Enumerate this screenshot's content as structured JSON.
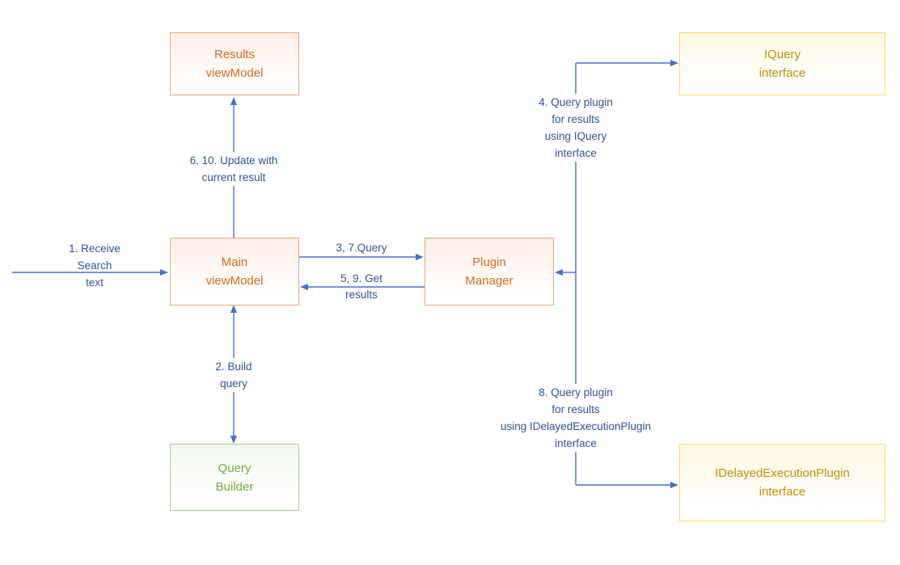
{
  "colors": {
    "arrow_blue": "#4472c4",
    "label_blue": "#2e5496",
    "orange_border": "#f0a678",
    "orange_text": "#e0691c",
    "orange_fill": "#fdeee6",
    "gold_border": "#ffd965",
    "gold_text": "#bf9000",
    "gold_fill": "#fff8e3",
    "green_border": "#a9d18e",
    "green_text": "#70ad47",
    "green_fill": "#f2f8ee"
  },
  "boxes": {
    "results_viewmodel": {
      "label": "Results\nviewModel"
    },
    "iquery_interface": {
      "label": "IQuery\ninterface"
    },
    "main_viewmodel": {
      "label": "Main\nviewModel"
    },
    "plugin_manager": {
      "label": "Plugin\nManager"
    },
    "query_builder": {
      "label": "Query\nBuilder"
    },
    "idelayed_execution_interface": {
      "label": "IDelayedExecutionPlugin\ninterface"
    }
  },
  "arrow_labels": {
    "receive_search": "1. Receive\nSearch\ntext",
    "update_with_result": "6, 10. Update with\ncurrent result",
    "query": "3, 7.Query",
    "get_results": "5, 9. Get\nresults",
    "build_query": "2. Build\nquery",
    "query_plugin_iquery": "4. Query plugin\nfor results\nusing IQuery\ninterface",
    "query_plugin_idelayed": "8. Query plugin\nfor results\nusing IDelayedExecutionPlugin\ninterface"
  }
}
